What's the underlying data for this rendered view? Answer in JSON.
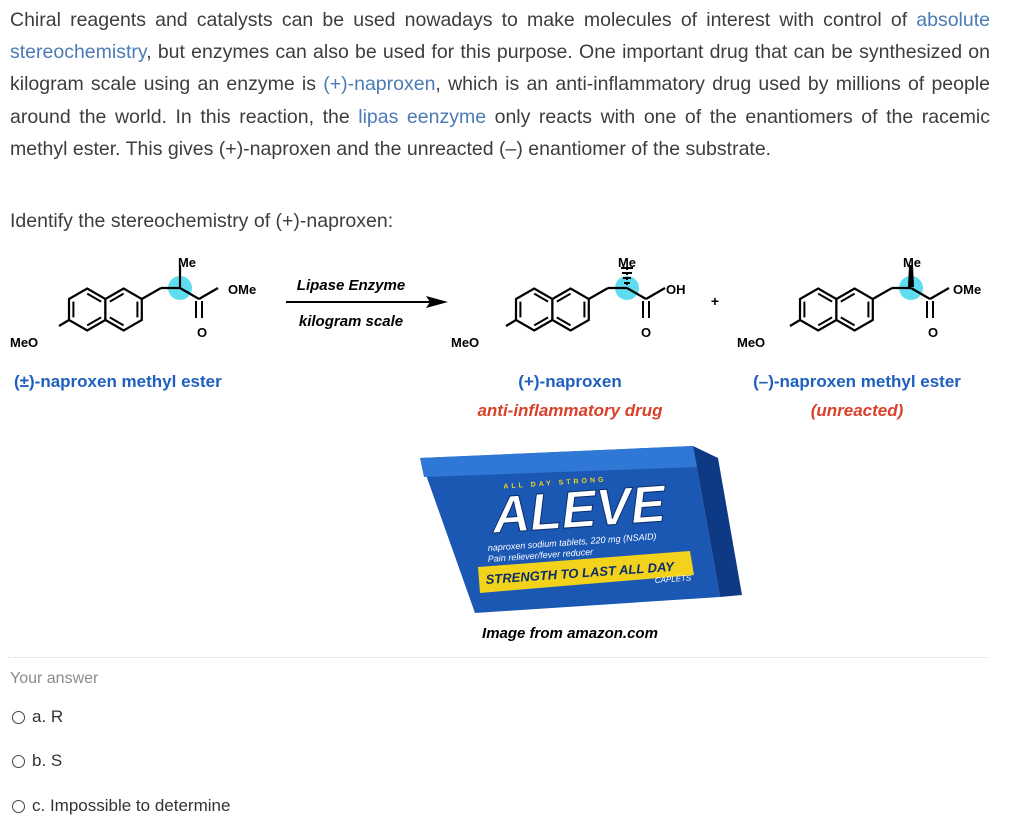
{
  "question": {
    "p1": "Chiral reagents and catalysts can be used nowadays to make molecules of interest with control of ",
    "link1": "absolute stereochemistry",
    "p2": ", but enzymes can also be used for this purpose. One important drug that can be synthesized on kilogram scale using an enzyme is ",
    "link2": "(+)-naproxen",
    "p3": ", which is an anti-inflammatory drug used by millions of people around the world. In this reaction, the ",
    "link3": "lipas eenzyme",
    "p4": " only reacts with one of the enantiomers of the racemic methyl ester. This gives (+)-naproxen and the unreacted (–) enantiomer of the substrate.",
    "identify": "Identify the stereochemistry of (+)-naproxen:"
  },
  "scheme": {
    "me": "Me",
    "ome": "OMe",
    "oh": "OH",
    "o": "O",
    "meo": "MeO",
    "plus": "+",
    "enzyme": "Lipase Enzyme",
    "scale": "kilogram scale",
    "racemic_label": "(±)-naproxen methyl ester",
    "product_label": "(+)-naproxen",
    "product_sub": "anti-inflammatory drug",
    "unreacted_label": "(–)-naproxen methyl ester",
    "unreacted_sub": "(unreacted)",
    "caption": "Image from amazon.com"
  },
  "box": {
    "brand": "ALEVE",
    "top_band": "ALL DAY STRONG",
    "desc1": "naproxen sodium tablets, 220 mg (NSAID)",
    "desc2": "Pain reliever/fever reducer",
    "slogan": "STRENGTH TO LAST ALL DAY",
    "form": "CAPLETS"
  },
  "answer": {
    "prompt": "Your answer",
    "options": [
      "a. R",
      "b. S",
      "c. Impossible to determine"
    ]
  },
  "colors": {
    "link": "#4b7bb5",
    "label_blue": "#1f5fbf",
    "label_red": "#d9412b",
    "highlight": "#5fdcef",
    "box_blue": "#1b58b4",
    "box_yellow": "#f2d21a"
  }
}
